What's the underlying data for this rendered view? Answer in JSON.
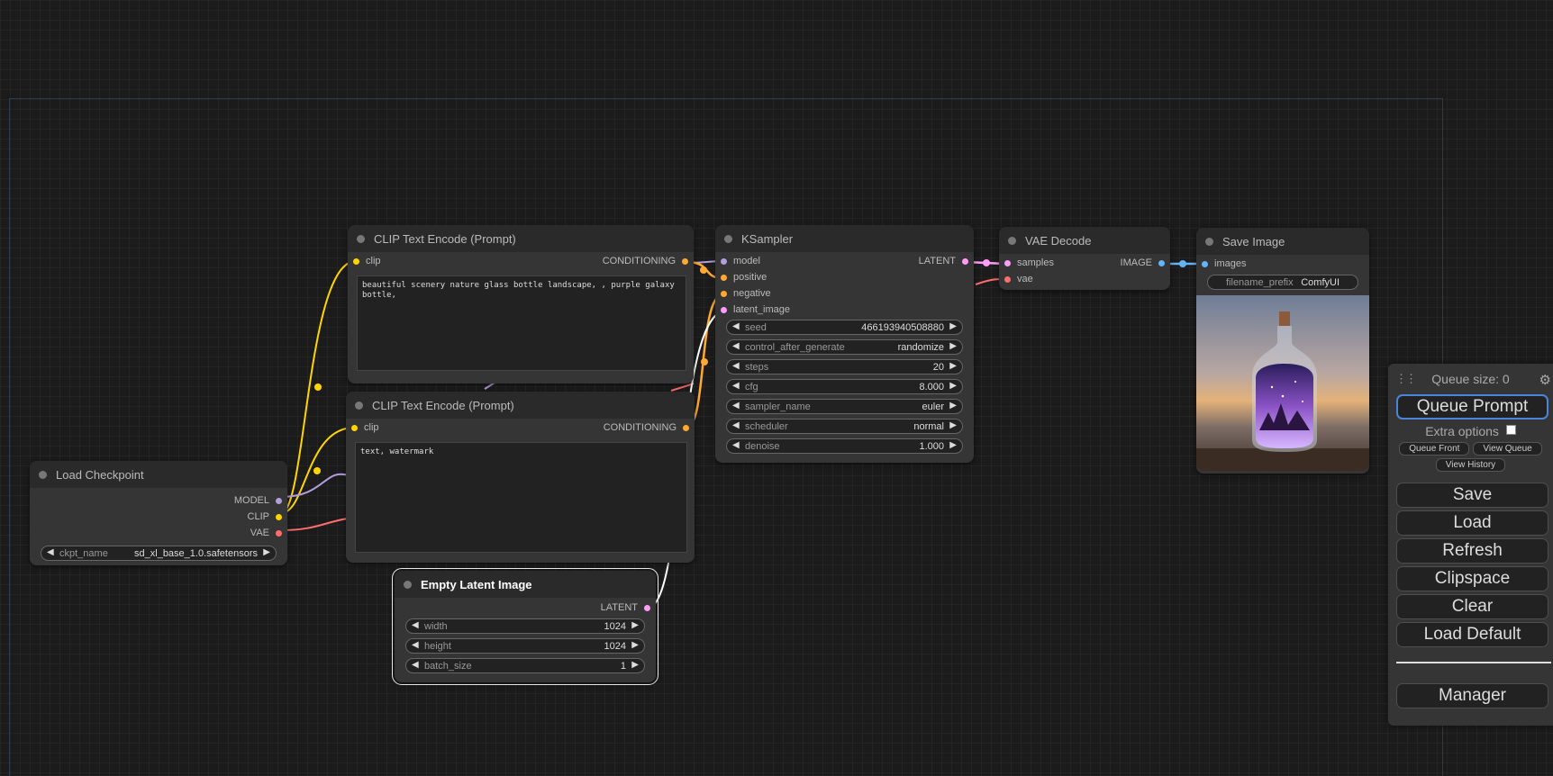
{
  "canvas": {
    "link_colors": {
      "clip": "#ffd500",
      "conditioning": "#ffa931",
      "model": "#b39ddb",
      "vae": "#ff6e6e",
      "latent": "#ff9cf9",
      "image": "#64b5f6",
      "latent_link": "#ffffff"
    }
  },
  "nodes": {
    "load_checkpoint": {
      "title": "Load Checkpoint",
      "outputs": [
        "MODEL",
        "CLIP",
        "VAE"
      ],
      "widget": {
        "label": "ckpt_name",
        "value": "sd_xl_base_1.0.safetensors"
      }
    },
    "clip_pos": {
      "title": "CLIP Text Encode (Prompt)",
      "input": "clip",
      "output": "CONDITIONING",
      "text": "beautiful scenery nature glass bottle landscape, , purple galaxy bottle,"
    },
    "clip_neg": {
      "title": "CLIP Text Encode (Prompt)",
      "input": "clip",
      "output": "CONDITIONING",
      "text": "text, watermark"
    },
    "empty_latent": {
      "title": "Empty Latent Image",
      "output": "LATENT",
      "widgets": [
        {
          "label": "width",
          "value": "1024"
        },
        {
          "label": "height",
          "value": "1024"
        },
        {
          "label": "batch_size",
          "value": "1"
        }
      ]
    },
    "ksampler": {
      "title": "KSampler",
      "inputs": [
        "model",
        "positive",
        "negative",
        "latent_image"
      ],
      "output": "LATENT",
      "widgets": [
        {
          "label": "seed",
          "value": "466193940508880"
        },
        {
          "label": "control_after_generate",
          "value": "randomize"
        },
        {
          "label": "steps",
          "value": "20"
        },
        {
          "label": "cfg",
          "value": "8.000"
        },
        {
          "label": "sampler_name",
          "value": "euler"
        },
        {
          "label": "scheduler",
          "value": "normal"
        },
        {
          "label": "denoise",
          "value": "1.000"
        }
      ]
    },
    "vae_decode": {
      "title": "VAE Decode",
      "inputs": [
        "samples",
        "vae"
      ],
      "output": "IMAGE"
    },
    "save_image": {
      "title": "Save Image",
      "input": "images",
      "widget": {
        "label": "filename_prefix",
        "value": "ComfyUI"
      }
    }
  },
  "menu": {
    "queue_size": "Queue size: 0",
    "queue_prompt": "Queue Prompt",
    "extra_options": "Extra options",
    "queue_front": "Queue Front",
    "view_queue": "View Queue",
    "view_history": "View History",
    "save": "Save",
    "load": "Load",
    "refresh": "Refresh",
    "clipspace": "Clipspace",
    "clear": "Clear",
    "load_default": "Load Default",
    "manager": "Manager"
  }
}
